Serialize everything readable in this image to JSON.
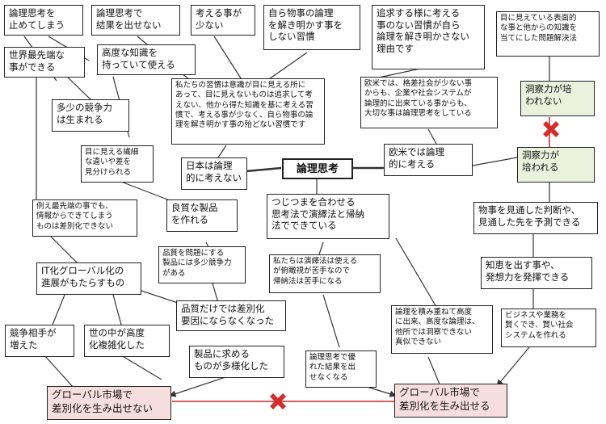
{
  "diagram": {
    "colors": {
      "line": "#333333",
      "red": "#d62b2b",
      "green_fill": "#eaf1dd",
      "pink_fill": "#f6dede"
    },
    "center": "論理思考",
    "nodes": {
      "stop_thinking": "論理思考を\n止めてしまう",
      "no_results": "論理思考で\n結果を出せない",
      "little_thinking": "考える事が\n少ない",
      "no_habit": "自ら物事の論理\nを解き明かす事を\nしない習慣",
      "pursue": "追求する様に考える\n事のない習慣が自ら\n論理を解き明かさない\n理由です",
      "surface": "目に見えている表面的\nな事と他からの知識を\n当てにした問題解決法",
      "world_first": "世界最先端な\n事ができる",
      "advanced_knowledge": "高度な知識を\n持っていて使える",
      "habit_para": "私たちの習慣は意識が目に見える所に\nあって、目に見えないものは追求して考\nえない、他から得た知識を基に考える習\n慣で、考える事が少なく、自ら物事の論\n理を解き明かす事の殆どない習慣です",
      "west_para": "欧米では、格差社会が少ない事\nからも、企業や社会システムが\n論理的に出来ている事からも、\n大切な事は論理思考をしている",
      "no_insight": "洞察力が培\nわれない",
      "some_competitive": "多少の競争力\nは生まれる",
      "visible_diff": "目に見える繊細\nな違いや差を\n見分けられる",
      "japan": "日本は論理\n的に考えない",
      "west": "欧米では論理\n的に考える",
      "insight": "洞察力が\n培われる",
      "example": "例え最先端の事でも、\n情報からできてしまう\nものは差別化できない",
      "good_products": "良質な製品\nを作れる",
      "deduction": "つじつまを合わせる\n思考法で演繹法と帰納\n法でできている",
      "foresee": "物事を見通した判断や、\n見通した先を予測できる",
      "quality": "品質を問題にする\n製品には多少競争力\nがある",
      "we_deduction": "私たちは演繹法は使える\nが俯瞰視が苦手なので\n帰納法は苦手になる",
      "wisdom": "知恵を出す事や、\n発想力を発揮できる",
      "it_global": "IT化グローバル化の\n進展がもたらすもの",
      "quality_only": "品質だけでは差別化\n要因にならなくなった",
      "accumulate": "論理を積み重ねて高度\nに出来、高度な論理は、\n他所では洞察できない\n真似できない",
      "business": "ビジネスや業務を\n賢くでき、賢い社会\nシステムを作れる",
      "competitors": "競争相手が\n増えた",
      "complex": "世の中が高度\n化複雑化した",
      "diverse": "製品に求める\nものが多様化した",
      "excellent": "論理思考で優\nれた結果を出\nせなくなる",
      "global_cannot": "グローバル市場で\n差別化を生み出せない",
      "global_can": "グローバル市場で\n差別化を生み出せる"
    }
  }
}
